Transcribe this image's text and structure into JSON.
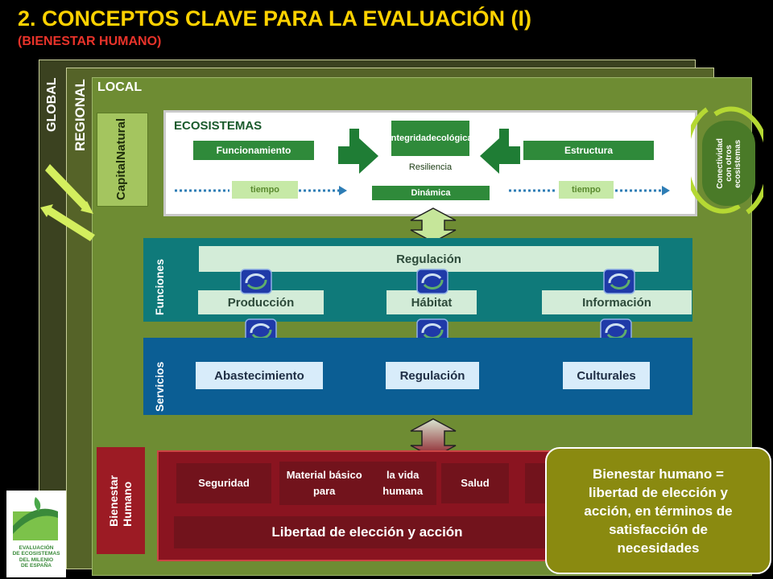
{
  "header": {
    "title": "2. CONCEPTOS CLAVE PARA LA EVALUACIÓN (I)",
    "subtitle": "(BIENESTAR HUMANO)"
  },
  "layers": {
    "global": "GLOBAL",
    "regional": "REGIONAL",
    "local": "LOCAL"
  },
  "natural_capital": {
    "line1": "Natural",
    "line2": "Capital"
  },
  "ecosystems": {
    "title": "ECOSISTEMAS",
    "funcionamiento": "Funcionamiento",
    "estructura": "Estructura",
    "integridad_line1": "Integridad",
    "integridad_line2": "ecológica",
    "resiliencia": "Resiliencia",
    "dinamica": "Dinámica",
    "tiempo_left": "tiempo",
    "tiempo_right": "tiempo"
  },
  "connectivity": {
    "line1": "Conectividad",
    "line2": "con otros",
    "line3": "ecosistemas"
  },
  "functions": {
    "label": "Funciones",
    "regulacion": "Regulación",
    "produccion": "Producción",
    "habitat": "Hábitat",
    "informacion": "Información"
  },
  "services": {
    "label": "Servicios",
    "abastecimiento": "Abastecimiento",
    "regulacion": "Regulación",
    "culturales": "Culturales"
  },
  "wellbeing": {
    "label_line1": "Bienestar",
    "label_line2": "Humano",
    "seguridad": "Seguridad",
    "material_line1": "Material básico para",
    "material_line2": "la vida humana",
    "salud": "Salud",
    "libertad": "Libertad de elección y acción"
  },
  "callout": {
    "line1": "Bienestar humano =",
    "line2": "libertad de elección y",
    "line3": "acción, en términos de",
    "line4": "satisfacción de",
    "line5": "necesidades"
  },
  "logo": {
    "line1": "EVALUACIÓN",
    "line2": "DE ECOSISTEMAS",
    "line3": "DEL MILENIO",
    "line4": "DE ESPAÑA"
  },
  "colors": {
    "title": "#ffd200",
    "subtitle": "#e8332a",
    "eco_green": "#2f8a3a",
    "functions_teal": "#0f7a7a",
    "services_blue": "#0b5e94",
    "wellbeing_red": "#8a1420",
    "callout_olive": "#8a8a10"
  }
}
